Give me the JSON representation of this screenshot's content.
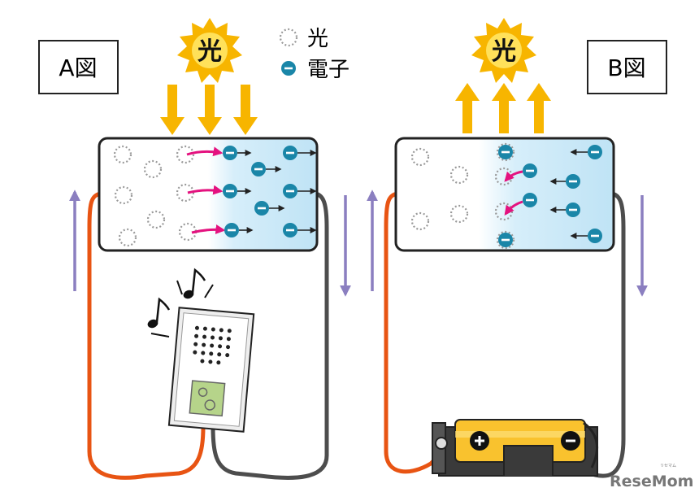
{
  "labels": {
    "figure_a": "A図",
    "figure_b": "B図"
  },
  "sun_text": "光",
  "legend": {
    "light": "光",
    "electron": "電子"
  },
  "logo": {
    "text": "ReseMom",
    "subtext": "リセマム"
  },
  "colors": {
    "light_arrow": "#f7b500",
    "electron": "#1a86a8",
    "hole": "#999999",
    "flow_arrow": "#e4127f",
    "current_arrow": "#8b7fc0",
    "wire_positive": "#e85413",
    "wire_negative": "#4d4d4d",
    "panel_blue": "#bfe3f5",
    "battery": "#f9c22e"
  }
}
